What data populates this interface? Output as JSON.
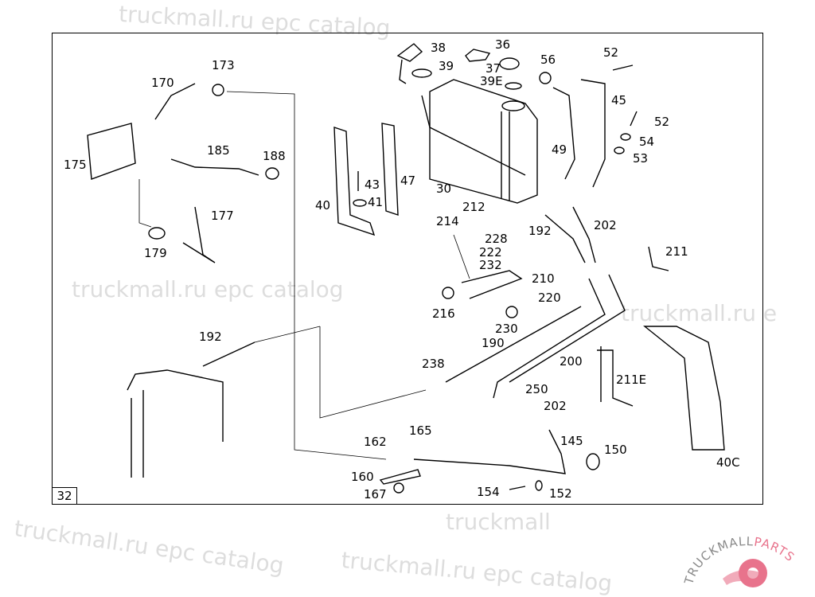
{
  "diagram": {
    "page_number": "32",
    "part_labels": [
      "38",
      "36",
      "39",
      "37",
      "39E",
      "56",
      "52",
      "45",
      "52",
      "54",
      "53",
      "49",
      "30",
      "40",
      "43",
      "41",
      "47",
      "170",
      "173",
      "175",
      "185",
      "188",
      "177",
      "179",
      "212",
      "214",
      "228",
      "192",
      "202",
      "211",
      "222",
      "232",
      "210",
      "220",
      "216",
      "230",
      "190",
      "192",
      "238",
      "200",
      "211E",
      "250",
      "202",
      "165",
      "162",
      "145",
      "150",
      "40C",
      "160",
      "167",
      "154",
      "152"
    ]
  },
  "watermarks": [
    "truckmall.ru epc catalog",
    "truckmall.ru epc catalog",
    "truckmall.ru epc catalog",
    "truckmall.ru epc catalog"
  ],
  "logo": {
    "text_left": "TRUCKMALL",
    "text_right": "PARTS",
    "accent_color": "#e8738c",
    "gray_color": "#8a8a8a"
  }
}
